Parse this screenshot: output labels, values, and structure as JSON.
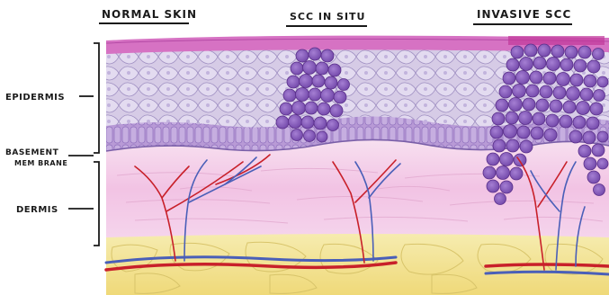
{
  "headers": {
    "normal": "NORMAL SKIN",
    "in_situ": "SCC IN SITU",
    "invasive": "INVASIVE SCC"
  },
  "labels": {
    "epidermis": "EPIDERMIS",
    "basement_line1": "BASEMENT",
    "basement_line2": "MEM BRANE",
    "dermis": "DERMIS"
  },
  "colors": {
    "epidermis_cells": "#d9cfe9",
    "stratum_corneum": "#d872c4",
    "basal_layer": "#b79ad8",
    "dermis": "#f4c8e6",
    "subcutis": "#f3e79a",
    "tumor_cells": "#8b5fc0",
    "artery": "#c8202a",
    "vein": "#4a5fb8"
  }
}
